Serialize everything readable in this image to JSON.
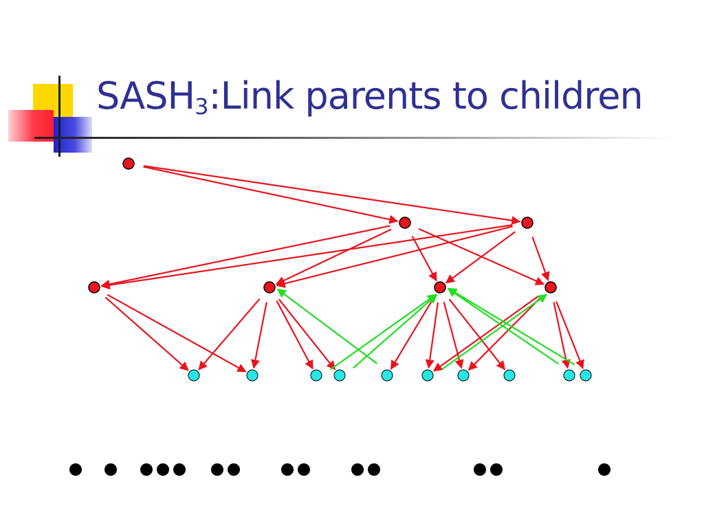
{
  "slide": {
    "title_main": "SASH",
    "title_subscript": "3",
    "title_rest": ":Link parents to children"
  },
  "colors": {
    "title": "#2e3192",
    "parent_node": "#e8141e",
    "child_node": "#26e6e6",
    "parent_edge": "#e8141e",
    "child_to_parent_edge": "#22dd22",
    "dot": "#000000"
  },
  "graph": {
    "nodes": [
      {
        "id": "L0-0",
        "kind": "parent"
      },
      {
        "id": "L1-0",
        "kind": "parent"
      },
      {
        "id": "L1-1",
        "kind": "parent"
      },
      {
        "id": "L2-0",
        "kind": "parent"
      },
      {
        "id": "L2-1",
        "kind": "parent"
      },
      {
        "id": "L2-2",
        "kind": "parent"
      },
      {
        "id": "L2-3",
        "kind": "parent"
      },
      {
        "id": "L3-0",
        "kind": "child"
      },
      {
        "id": "L3-1",
        "kind": "child"
      },
      {
        "id": "L3-2",
        "kind": "child"
      },
      {
        "id": "L3-3",
        "kind": "child"
      },
      {
        "id": "L3-4",
        "kind": "child"
      },
      {
        "id": "L3-5",
        "kind": "child"
      },
      {
        "id": "L3-6",
        "kind": "child"
      },
      {
        "id": "L3-7",
        "kind": "child"
      },
      {
        "id": "L3-8",
        "kind": "child"
      },
      {
        "id": "L3-9",
        "kind": "child"
      }
    ],
    "edges": [
      {
        "from": "L0-0",
        "to": "L1-0",
        "type": "parent"
      },
      {
        "from": "L0-0",
        "to": "L1-1",
        "type": "parent"
      },
      {
        "from": "L1-0",
        "to": "L2-0",
        "type": "parent"
      },
      {
        "from": "L1-0",
        "to": "L2-1",
        "type": "parent"
      },
      {
        "from": "L1-0",
        "to": "L2-2",
        "type": "parent"
      },
      {
        "from": "L1-0",
        "to": "L2-3",
        "type": "parent"
      },
      {
        "from": "L1-1",
        "to": "L2-0",
        "type": "parent"
      },
      {
        "from": "L1-1",
        "to": "L2-1",
        "type": "parent"
      },
      {
        "from": "L1-1",
        "to": "L2-2",
        "type": "parent"
      },
      {
        "from": "L1-1",
        "to": "L2-3",
        "type": "parent"
      },
      {
        "from": "L2-0",
        "to": "L3-0",
        "type": "parent"
      },
      {
        "from": "L2-0",
        "to": "L3-1",
        "type": "parent"
      },
      {
        "from": "L2-1",
        "to": "L3-0",
        "type": "parent"
      },
      {
        "from": "L2-1",
        "to": "L3-1",
        "type": "parent"
      },
      {
        "from": "L2-1",
        "to": "L3-2",
        "type": "parent"
      },
      {
        "from": "L2-1",
        "to": "L3-3",
        "type": "parent"
      },
      {
        "from": "L2-2",
        "to": "L3-4",
        "type": "parent"
      },
      {
        "from": "L2-2",
        "to": "L3-5",
        "type": "parent"
      },
      {
        "from": "L2-2",
        "to": "L3-6",
        "type": "parent"
      },
      {
        "from": "L2-2",
        "to": "L3-7",
        "type": "parent"
      },
      {
        "from": "L2-3",
        "to": "L3-5",
        "type": "parent"
      },
      {
        "from": "L2-3",
        "to": "L3-6",
        "type": "parent"
      },
      {
        "from": "L2-3",
        "to": "L3-8",
        "type": "parent"
      },
      {
        "from": "L2-3",
        "to": "L3-9",
        "type": "parent"
      },
      {
        "from": "L3-2",
        "to": "L2-2",
        "type": "child"
      },
      {
        "from": "L3-3",
        "to": "L2-2",
        "type": "child"
      },
      {
        "from": "L3-4",
        "to": "L2-1",
        "type": "child"
      },
      {
        "from": "L3-5",
        "to": "L2-3",
        "type": "child"
      },
      {
        "from": "L3-8",
        "to": "L2-2",
        "type": "child"
      },
      {
        "from": "L3-9",
        "to": "L2-2",
        "type": "child"
      }
    ],
    "dot_groups": [
      1,
      1,
      3,
      2,
      2,
      2,
      2,
      1
    ]
  }
}
